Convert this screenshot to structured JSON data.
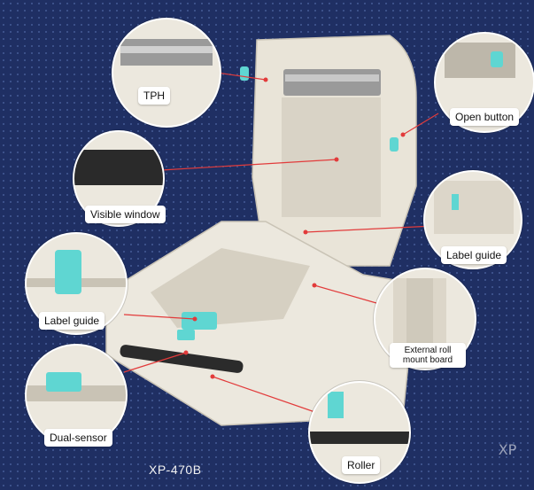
{
  "callouts": {
    "tph": "TPH",
    "open_button": "Open button",
    "visible_window": "Visible window",
    "label_guide_right": "Label guide",
    "label_guide_left": "Label guide",
    "external_roll_mount_board": "External roll mount board",
    "dual_sensor": "Dual-sensor",
    "roller": "Roller"
  },
  "model": "XP-470B",
  "watermark": "XP",
  "colors": {
    "background": "#1f2f63",
    "printer_body": "#e9e4d8",
    "guide_accent": "#5fd6d2",
    "pointer": "#e23b3b"
  }
}
